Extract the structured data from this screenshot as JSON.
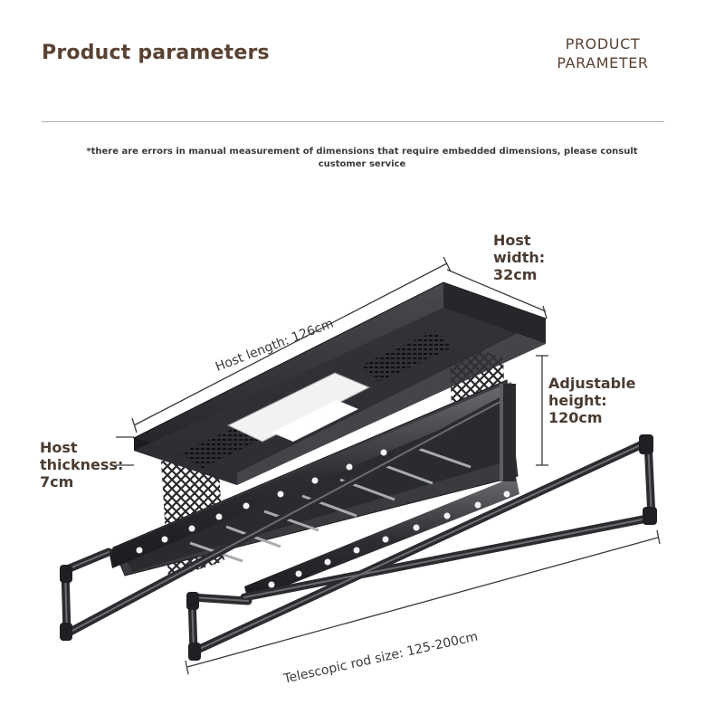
{
  "header": {
    "title": "Product parameters",
    "english_title_line1": "PRODUCT",
    "english_title_line2": "PARAMETER"
  },
  "note": {
    "text": "*there are errors in manual measurement of dimensions that require embedded dimensions, please consult customer service"
  },
  "dimensions": {
    "host_length": "Host length: 126cm",
    "host_width_line1": "Host",
    "host_width_line2": "width:",
    "host_width_line3": "32cm",
    "adjustable_line1": "Adjustable",
    "adjustable_line2": "height:",
    "adjustable_line3": "120cm",
    "thickness_line1": "Host",
    "thickness_line2": "thickness:",
    "thickness_line3": "7cm",
    "rod_size": "Telescopic rod size: 125-200cm"
  },
  "colors": {
    "brand_brown": "#5a4233",
    "product_dark": "#2b2b2d",
    "product_light": "#55575b"
  }
}
